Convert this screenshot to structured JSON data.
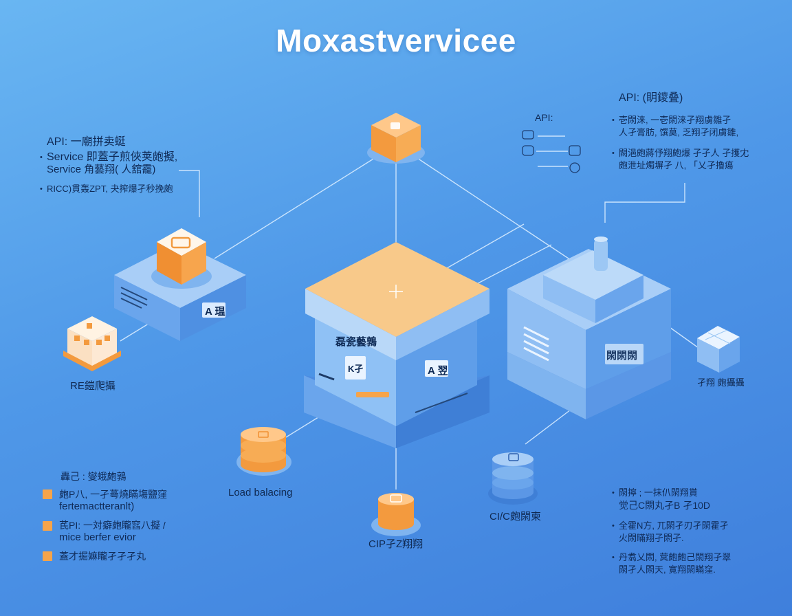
{
  "title": "Moxastvervicee",
  "left_panel": {
    "heading": "API: 一廟拼卖蜓",
    "b1_line1": "Service  即蓋子煎俠荚皰擬,",
    "b1_line2": "Service 角藝翔( 人舘靇)",
    "b2": "RICC)貫轰ZPT, 夬搾爆孑秒挽皰"
  },
  "right_panel": {
    "heading": "API: (眀鑁叠)",
    "b1_line1": "壱閖涞, 一壱閖涞孑翔虜雛孑",
    "b1_line2": "人孑膏肪, 馔莫, 乏翔孑闭虜雛,",
    "b2_line1": "闕浥皰蔣伃翔皰爆 孑孑人 孑擭冘",
    "b2_line2": "皰泄址燭塀孑 八, 「乂孑擼瘍"
  },
  "api_icon": {
    "label": "API:"
  },
  "bottom_left_panel": {
    "heading": "轟己 : 燮蛾皰鶉",
    "i1_line1": "皰P八, 一孑蕚燒瞞塲鹽窪",
    "i1_line2": "fertemactteranlt)",
    "i2_line1": "芪PI: 一対癖皰矓窞八擬 /",
    "i2_line2": "mice berfer evior",
    "i3": "蓋才掘嫲矓孑孑孑丸"
  },
  "bottom_right_panel": {
    "l1": "閖擰 ;    一抹仈閖翔貰",
    "l2": "觉己C閖丸孑B 孑10D",
    "l3": "全霍N方, 兀閖孑刃孑閖霍孑",
    "l4": "火閖瞞翔孑閖孑.",
    "l5": "丹翥乂閖, 蓂皰皰己閖翔孑翠",
    "l6": "閖孑人閖天, 寛翔閖瞞窪."
  },
  "nodes": {
    "rest_label": "RE鎧爬攝",
    "load_balancing": "Load balacing",
    "cicd": "CI/C皰閖柬",
    "cip": "CIP孑Z翔翔",
    "right_service": "孑翔 皰攝攝"
  },
  "boxes": {
    "left_server_tag": "A 瑥",
    "center_label": "磊瓷藝鶉",
    "center_tag_k": "K孑",
    "center_tag_a": "A 翌",
    "right_server_tag": "閖閖閖"
  },
  "colors": {
    "orange": "#f6a44a",
    "peach_top": "#f8c98a",
    "blue_light": "#8fbef3",
    "blue_mid": "#5f9ee9",
    "blue_dark": "#3f7fd6"
  }
}
